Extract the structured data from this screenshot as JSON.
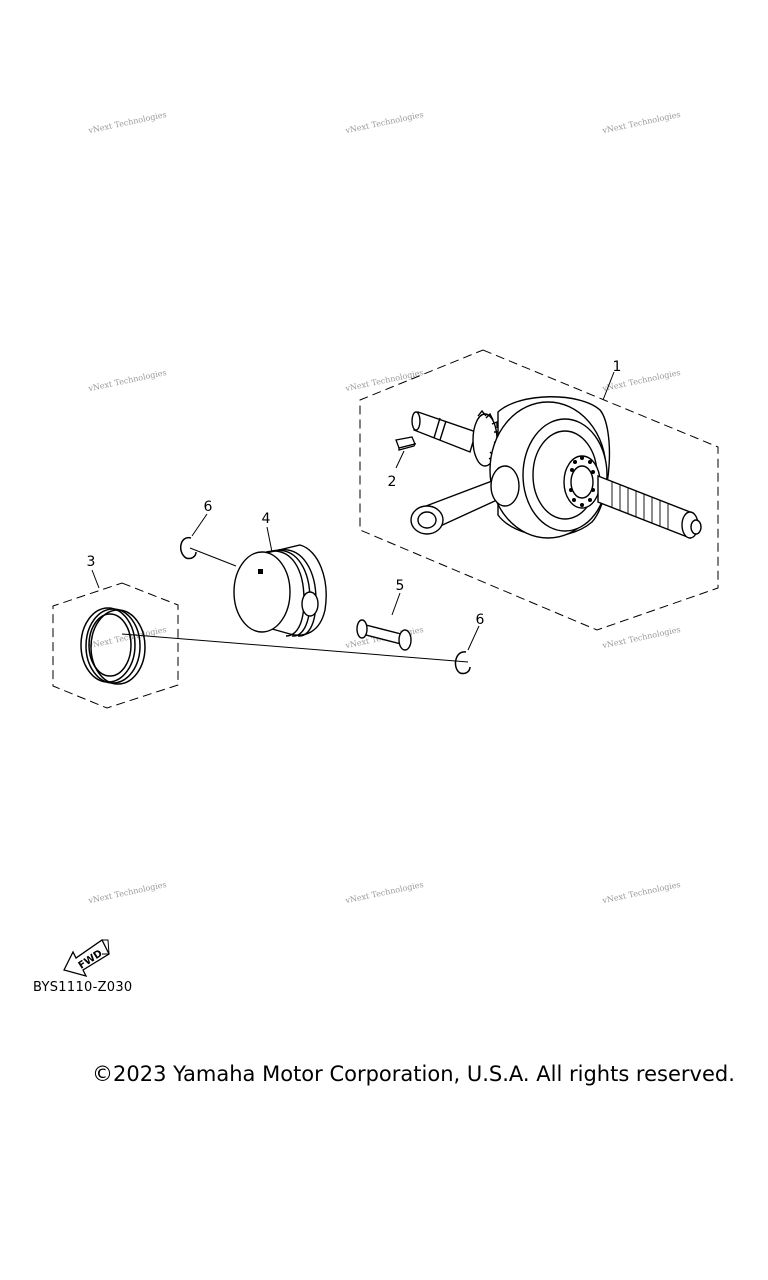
{
  "watermark": "vNext Technologies",
  "callouts": {
    "crankshaft": "1",
    "key": "2",
    "piston_ring_set": "3",
    "piston": "4",
    "piston_pin": "5",
    "clip_left": "6",
    "clip_right": "6"
  },
  "fwd_label": "FWD",
  "diagram_code": "BYS1110-Z030",
  "copyright": "©2023 Yamaha Motor Corporation, U.S.A. All rights reserved.",
  "colors": {
    "line": "#000000",
    "watermark": "#9a9a9a",
    "background": "#ffffff"
  },
  "icons": [
    "fwd-arrow-icon"
  ]
}
